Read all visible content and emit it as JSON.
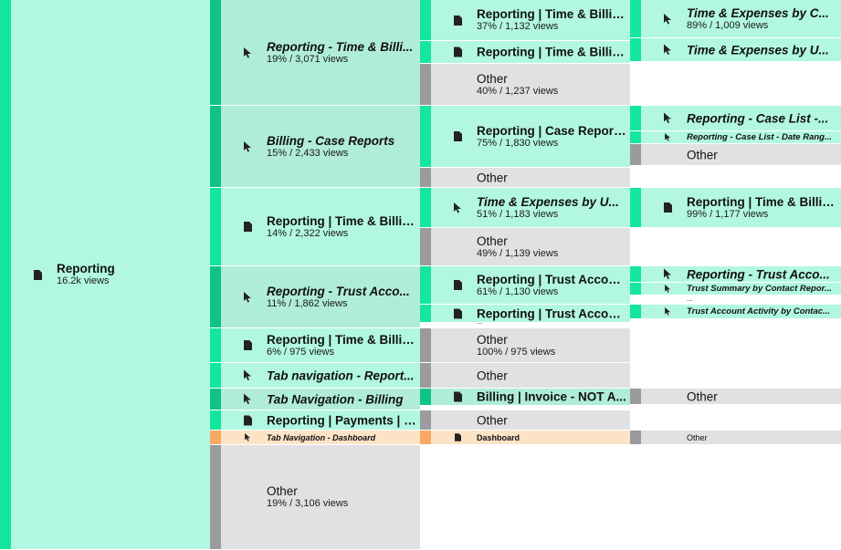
{
  "root": {
    "title": "Reporting",
    "sub": "16.2k views"
  },
  "level1": [
    {
      "title": "Reporting - Time & Billi...",
      "sub": "19% / 3,071 views"
    },
    {
      "title": "Billing - Case Reports",
      "sub": "15% / 2,433 views"
    },
    {
      "title": "Reporting | Time & Billin...",
      "sub": "14% / 2,322 views"
    },
    {
      "title": "Reporting - Trust Acco...",
      "sub": "11% / 1,862 views"
    },
    {
      "title": "Reporting | Time & Billin...",
      "sub": "6% / 975 views"
    },
    {
      "title": "Tab navigation - Report..."
    },
    {
      "title": "Tab Navigation - Billing"
    },
    {
      "title": "Reporting | Payments | M..."
    },
    {
      "title": "Tab Navigation - Dashboard"
    },
    {
      "title": "Other",
      "sub": "19% / 3,106 views"
    }
  ],
  "level2": [
    {
      "title": "Reporting | Time & Billin...",
      "sub": "37% / 1,132 views"
    },
    {
      "title": "Reporting | Time & Billin..."
    },
    {
      "title": "Other",
      "sub": "40% / 1,237 views"
    },
    {
      "title": "Reporting | Case Reports...",
      "sub": "75% / 1,830 views"
    },
    {
      "title": "Other"
    },
    {
      "title": "Time & Expenses by U...",
      "sub": "51% / 1,183 views"
    },
    {
      "title": "Other",
      "sub": "49% / 1,139 views"
    },
    {
      "title": "Reporting | Trust Accoun...",
      "sub": "61% / 1,130 views"
    },
    {
      "title": "Reporting | Trust Accoun..."
    },
    {
      "title": "Other",
      "sub": "100% / 975 views"
    },
    {
      "title": "Other"
    },
    {
      "title": "Billing | Invoice - NOT A..."
    },
    {
      "title": "Other"
    },
    {
      "title": "Dashboard"
    }
  ],
  "level3": [
    {
      "title": "Time & Expenses by C...",
      "sub": "89% / 1,009 views"
    },
    {
      "title": "Time & Expenses by U..."
    },
    {
      "title": "Reporting - Case List -..."
    },
    {
      "title": "Reporting - Case List - Date Rang..."
    },
    {
      "title": "Other"
    },
    {
      "title": "Reporting | Time & Billin...",
      "sub": "99% / 1,177 views"
    },
    {
      "title": "Reporting - Trust Acco..."
    },
    {
      "title": "Trust Summary by Contact Repor..."
    },
    {
      "title": "Trust Account Activity by Contac..."
    },
    {
      "title": "Other"
    },
    {
      "title": "Other"
    }
  ],
  "truncation_marker": "...",
  "colors": {
    "accent": "#14e69e",
    "tile": "#b2f7e2",
    "other": "#e1e1e3",
    "dashboard": "#fde3c6",
    "dashboard_accent": "#f9a865"
  }
}
